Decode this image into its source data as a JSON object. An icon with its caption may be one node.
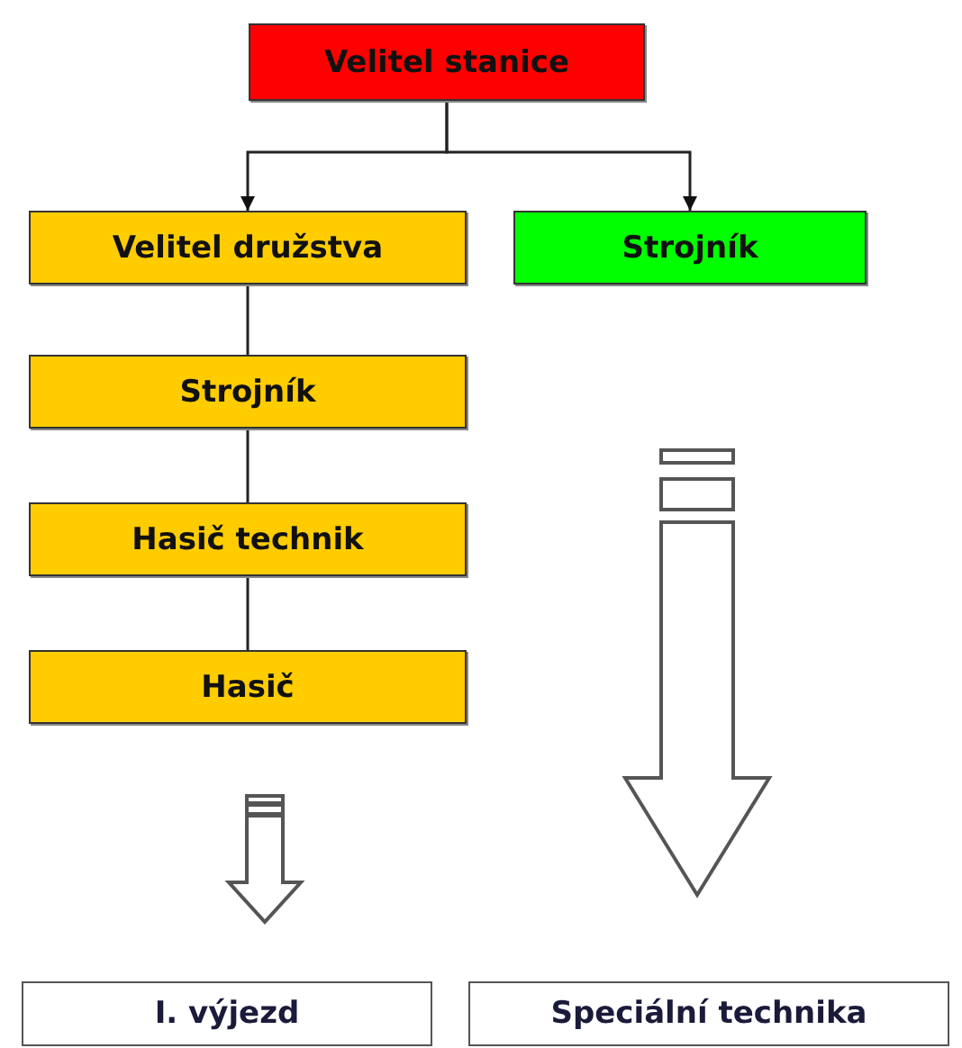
{
  "diagram": {
    "nodes": [
      {
        "text": [
          "Velitel stanice"
        ]
      },
      {
        "text": [
          "Velitel družstva"
        ]
      },
      {
        "text": [
          "Strojník"
        ]
      },
      {
        "text": [
          "Strojník"
        ]
      },
      {
        "text": [
          "Hasič technik"
        ]
      },
      {
        "text": [
          "Hasič"
        ]
      },
      {
        "text": [
          "I. výjezd"
        ]
      },
      {
        "text": [
          "Speciální technika"
        ]
      }
    ],
    "edges": [
      {
        "from": 0,
        "to": 1,
        "arrow": "to"
      },
      {
        "from": 0,
        "to": 2,
        "arrow": "to"
      },
      {
        "from": 1,
        "to": 3,
        "arrow": "none"
      },
      {
        "from": 3,
        "to": 4,
        "arrow": "none"
      },
      {
        "from": 4,
        "to": 5,
        "arrow": "none"
      },
      {
        "from": 5,
        "to": 6,
        "arrow": "to",
        "style": "thick"
      },
      {
        "from": 2,
        "to": 7,
        "arrow": "to",
        "style": "thick"
      }
    ]
  }
}
